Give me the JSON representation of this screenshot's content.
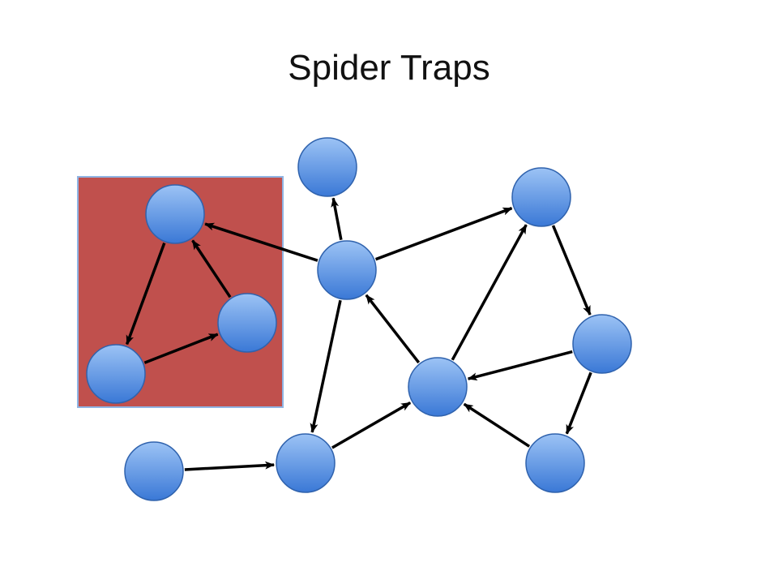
{
  "slide": {
    "title": "Spider Traps"
  },
  "colors": {
    "trap_fill": "#c0504d",
    "trap_border": "#8fb4e3",
    "node_top": "#9cc3f5",
    "node_bottom": "#3a78d6",
    "node_stroke": "#2f62ad",
    "edge": "#000000"
  },
  "graph": {
    "nodes": [
      {
        "id": "trap-top"
      },
      {
        "id": "trap-right"
      },
      {
        "id": "trap-bottom"
      },
      {
        "id": "top"
      },
      {
        "id": "hub"
      },
      {
        "id": "upper-right"
      },
      {
        "id": "right"
      },
      {
        "id": "center"
      },
      {
        "id": "bottom-left"
      },
      {
        "id": "bottom-middle"
      },
      {
        "id": "bottom-right"
      }
    ],
    "edges": [
      {
        "from": "trap-top",
        "to": "trap-bottom"
      },
      {
        "from": "trap-bottom",
        "to": "trap-right"
      },
      {
        "from": "trap-right",
        "to": "trap-top"
      },
      {
        "from": "hub",
        "to": "trap-top"
      },
      {
        "from": "hub",
        "to": "top"
      },
      {
        "from": "hub",
        "to": "upper-right"
      },
      {
        "from": "hub",
        "to": "bottom-middle"
      },
      {
        "from": "upper-right",
        "to": "right"
      },
      {
        "from": "right",
        "to": "center"
      },
      {
        "from": "right",
        "to": "bottom-right"
      },
      {
        "from": "center",
        "to": "hub"
      },
      {
        "from": "center",
        "to": "upper-right"
      },
      {
        "from": "bottom-right",
        "to": "center"
      },
      {
        "from": "bottom-middle",
        "to": "center"
      },
      {
        "from": "bottom-left",
        "to": "bottom-middle"
      }
    ]
  }
}
